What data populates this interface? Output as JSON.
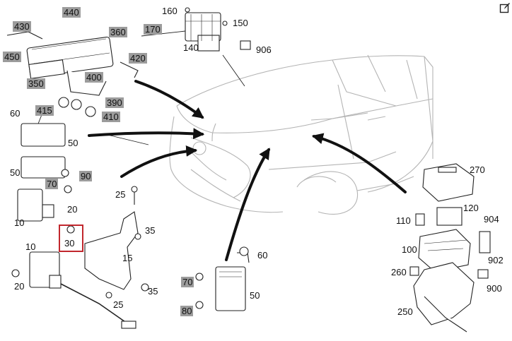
{
  "diagram": {
    "parts": [
      {
        "id": "p440",
        "label": "440",
        "highlighted": true
      },
      {
        "id": "p430",
        "label": "430",
        "highlighted": true
      },
      {
        "id": "p450",
        "label": "450",
        "highlighted": true
      },
      {
        "id": "p360",
        "label": "360",
        "highlighted": true
      },
      {
        "id": "p170",
        "label": "170",
        "highlighted": true
      },
      {
        "id": "p160",
        "label": "160",
        "highlighted": false
      },
      {
        "id": "p150",
        "label": "150",
        "highlighted": false
      },
      {
        "id": "p140",
        "label": "140",
        "highlighted": false
      },
      {
        "id": "p906",
        "label": "906",
        "highlighted": false
      },
      {
        "id": "p420",
        "label": "420",
        "highlighted": true
      },
      {
        "id": "p400",
        "label": "400",
        "highlighted": true
      },
      {
        "id": "p350",
        "label": "350",
        "highlighted": true
      },
      {
        "id": "p415",
        "label": "415",
        "highlighted": true
      },
      {
        "id": "p390",
        "label": "390",
        "highlighted": true
      },
      {
        "id": "p410",
        "label": "410",
        "highlighted": true
      },
      {
        "id": "p60a",
        "label": "60",
        "highlighted": false
      },
      {
        "id": "p50a",
        "label": "50",
        "highlighted": false
      },
      {
        "id": "p50b",
        "label": "50",
        "highlighted": false
      },
      {
        "id": "p90",
        "label": "90",
        "highlighted": true
      },
      {
        "id": "p70a",
        "label": "70",
        "highlighted": true
      },
      {
        "id": "p20a",
        "label": "20",
        "highlighted": false
      },
      {
        "id": "p10a",
        "label": "10",
        "highlighted": false
      },
      {
        "id": "p25a",
        "label": "25",
        "highlighted": false
      },
      {
        "id": "p35a",
        "label": "35",
        "highlighted": false
      },
      {
        "id": "p30",
        "label": "30",
        "highlighted": false,
        "selected": true
      },
      {
        "id": "p15",
        "label": "15",
        "highlighted": false
      },
      {
        "id": "p10b",
        "label": "10",
        "highlighted": false
      },
      {
        "id": "p20b",
        "label": "20",
        "highlighted": false
      },
      {
        "id": "p25b",
        "label": "25",
        "highlighted": false
      },
      {
        "id": "p35b",
        "label": "35",
        "highlighted": false
      },
      {
        "id": "p60b",
        "label": "60",
        "highlighted": false
      },
      {
        "id": "p70b",
        "label": "70",
        "highlighted": true
      },
      {
        "id": "p50c",
        "label": "50",
        "highlighted": false
      },
      {
        "id": "p80",
        "label": "80",
        "highlighted": true
      },
      {
        "id": "p270",
        "label": "270",
        "highlighted": false
      },
      {
        "id": "p110",
        "label": "110",
        "highlighted": false
      },
      {
        "id": "p120",
        "label": "120",
        "highlighted": false
      },
      {
        "id": "p904",
        "label": "904",
        "highlighted": false
      },
      {
        "id": "p100",
        "label": "100",
        "highlighted": false
      },
      {
        "id": "p902",
        "label": "902",
        "highlighted": false
      },
      {
        "id": "p260",
        "label": "260",
        "highlighted": false
      },
      {
        "id": "p900",
        "label": "900",
        "highlighted": false
      },
      {
        "id": "p250",
        "label": "250",
        "highlighted": false
      }
    ],
    "colors": {
      "highlight_bg": "#9c9c9c",
      "selection_border": "#c1272d",
      "line": "#222222",
      "car_outline": "#b4b4b4"
    },
    "icons": {
      "edit": "edit-icon"
    }
  }
}
